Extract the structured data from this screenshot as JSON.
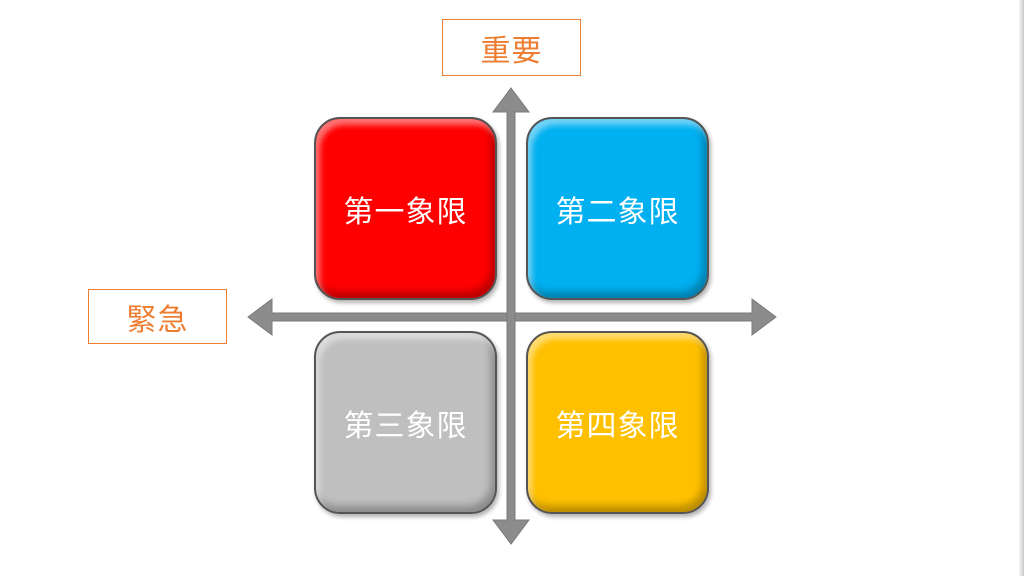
{
  "axes": {
    "vertical_label": "重要",
    "horizontal_label": "緊急",
    "label_color": "#ED7D31",
    "arrow_color": "#8C8C8C"
  },
  "quadrants": [
    {
      "label": "第一象限",
      "color": "#FF0000"
    },
    {
      "label": "第二象限",
      "color": "#00B0F0"
    },
    {
      "label": "第三象限",
      "color": "#BFBFBF"
    },
    {
      "label": "第四象限",
      "color": "#FFC000"
    }
  ]
}
